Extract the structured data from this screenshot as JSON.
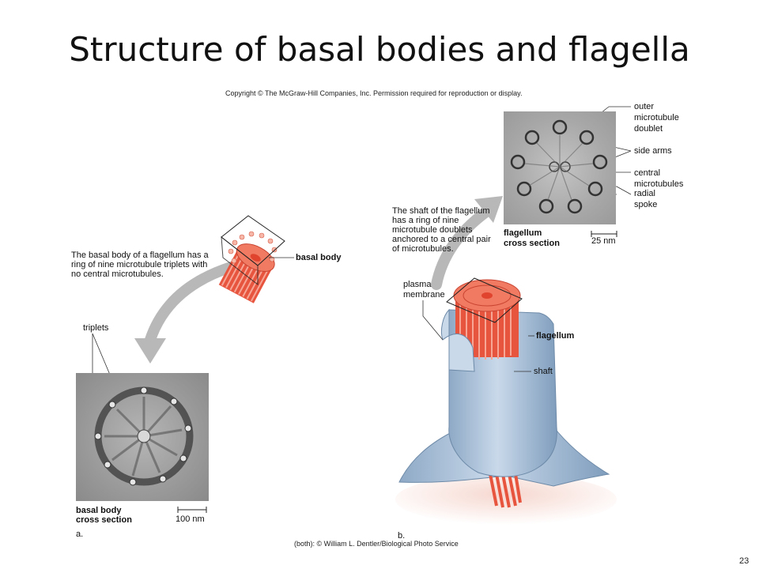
{
  "slide": {
    "title": "Structure of basal bodies and flagella",
    "copyright": "Copyright © The McGraw-Hill Companies, Inc. Permission required for reproduction or display.",
    "credit": "(both): © William L. Dentler/Biological Photo Service",
    "page_number": "23"
  },
  "panel_a": {
    "caption": "The basal body of a flagellum has a ring of nine microtubule triplets with no central microtubules.",
    "label_basal_body": "basal body",
    "label_triplets": "triplets",
    "micrograph_title_1": "basal body",
    "micrograph_title_2": "cross section",
    "scale_bar": "100 nm",
    "panel_letter": "a."
  },
  "panel_b": {
    "caption": "The shaft of the flagellum has a ring of nine microtubule doublets anchored to a central pair of microtubules.",
    "label_outer_1": "outer",
    "label_outer_2": "microtubule",
    "label_outer_3": "doublet",
    "label_side_arms": "side arms",
    "label_central_1": "central",
    "label_central_2": "microtubules",
    "label_radial_1": "radial",
    "label_radial_2": "spoke",
    "micrograph_title_1": "flagellum",
    "micrograph_title_2": "cross section",
    "scale_bar": "25 nm",
    "label_plasma_1": "plasma",
    "label_plasma_2": "membrane",
    "label_flagellum": "flagellum",
    "label_shaft": "shaft",
    "panel_letter": "b."
  },
  "colors": {
    "microtubule_red": "#e8553f",
    "membrane_blue": "#a9c0d8",
    "arrow_gray": "#b8b8b8",
    "micrograph_gray": "#9a9a9a"
  }
}
